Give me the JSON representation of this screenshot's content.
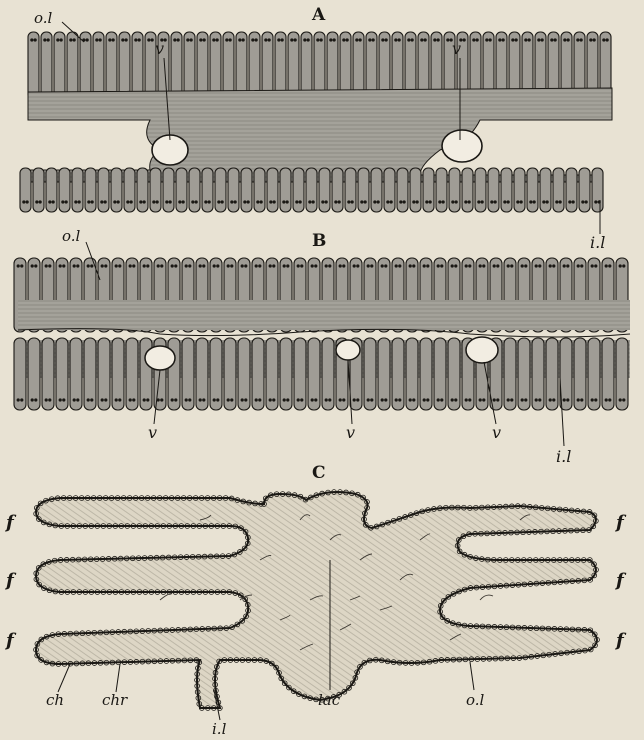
{
  "figure": {
    "panels": {
      "A": {
        "letter": "A",
        "labels": {
          "outer_lamella": "o.l",
          "vessel_left": "v",
          "vessel_right": "v",
          "inner_lamella": "i.l"
        }
      },
      "B": {
        "letter": "B",
        "labels": {
          "outer_lamella": "o.l",
          "vessel_1": "v",
          "vessel_2": "v",
          "vessel_3": "v",
          "inner_lamella": "i.l"
        }
      },
      "C": {
        "letter": "C",
        "labels": {
          "fold_left_1": "f",
          "fold_left_2": "f",
          "fold_left_3": "f",
          "fold_right_1": "f",
          "fold_right_2": "f",
          "fold_right_3": "f",
          "chitin": "ch",
          "chorion": "chr",
          "inner_lamella": "i.l",
          "lacuna": "lac",
          "outer_lamella": "o.l"
        }
      }
    },
    "colors": {
      "background": "#e8e2d3",
      "tissue": "#9c9a94",
      "ink": "#1a1814"
    }
  }
}
